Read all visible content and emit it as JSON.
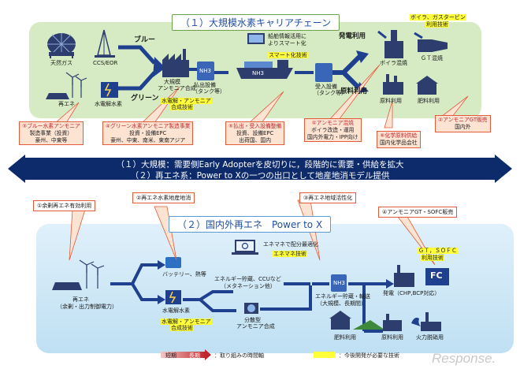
{
  "top_panel": {
    "title": "（１）大規模水素キャリアチェーン",
    "labels": {
      "natural_gas": "天然ガス",
      "ccs_eor": "CCS/EOR",
      "renewable": "再エネ",
      "electrolysis": "水電解水素",
      "blue": "ブルー",
      "green": "グリーン",
      "ammonia_plant_1": "大規模",
      "ammonia_plant_2": "アンモニア合成",
      "nh3": "NH3",
      "ship_nh3": "NH3",
      "shipping_1": "払出設備",
      "shipping_2": "（タンク等）",
      "receiving_1": "受入設備",
      "receiving_2": "（タンク等）",
      "ship_info_1": "船舶情報活用に",
      "ship_info_2": "よりスマート化",
      "smart_tech": "スマート化技術",
      "electrolysis_tech_1": "水電解・アンモニア",
      "electrolysis_tech_2": "合成技術",
      "power_use": "発電利用",
      "feedstock_use": "原料利用",
      "boiler_cofire": "ボイラ混焼",
      "gt_cofire": "ＧＴ混焼",
      "boiler_gt_tech_1": "ボイラ、ガスタービン",
      "boiler_gt_tech_2": "利用技術",
      "raw_use": "原料利用",
      "fertilizer_use": "肥料利用"
    },
    "callouts": {
      "c1": [
        "①アンモニア混焼",
        "ボイラ改造・運用",
        "国内外電力・IPP向け"
      ],
      "c2": [
        "②アンモニアGT販売",
        "国内外"
      ],
      "c3": [
        "③ブルー水素アンモニア",
        "製造事業（投資）",
        "豪州、中東等"
      ],
      "c4": [
        "④グリーン水素アンモニア製造事業",
        "投資・設備EPC",
        "豪州、中東、南米、東南アジア"
      ],
      "c5": [
        "⑤払出・受入設備整備",
        "投資、設備EPC",
        "出荷国、国内"
      ],
      "c6": [
        "⑥化学原料供給",
        "国内化学品会社"
      ]
    }
  },
  "banner": {
    "line1": "（１）大規模：需要側Early Adopterを皮切りに，段階的に需要・供給を拡大",
    "line2": "（２）再エネ系：Power to Xの一つの出口として地産地消モデル提供"
  },
  "bottom_panel": {
    "title": "（２）国内外再エネ　Power to X",
    "notes": {
      "n1": "①余剰再エネ有効利用",
      "n2": "②再エネ水素地産地消",
      "n3": "③再エネ地域活性化",
      "n4": "④アンモニアGT・SOFC販売"
    },
    "labels": {
      "renewable_1": "再エネ",
      "renewable_2": "（余剰・出力制御電力）",
      "electrolysis": "水電解水素",
      "battery": "バッテリー、熱等",
      "energy_storage_1": "エネルギー貯蔵、CCUなど",
      "energy_storage_2": "（メタネーション他）",
      "distributed_1": "分散型",
      "distributed_2": "アンモニア合成",
      "tech_1": "水電解・アンモニア",
      "tech_2": "合成技術",
      "enemane_1": "エネマネで配分最適化",
      "enemane_tech": "エネマネ技術",
      "nh3": "NH3",
      "transport_1": "エネルギー貯蔵・輸送",
      "transport_2": "（大規模、長期間）",
      "power_gen": "発電（CHP,BCP対応）",
      "gt_sofc_1": "ＧＴ，ＳＯＦＣ",
      "gt_sofc_2": "利用技術",
      "fc": "FC",
      "fertilizer": "肥料利用",
      "raw_use": "原料利用",
      "fire_power": "火力脱硝用"
    }
  },
  "legend": {
    "short": "短期",
    "long": "長期",
    "axis": "：取り組みの時間軸",
    "dev": "：今後開発が必要な技術"
  },
  "watermark": "Response.",
  "colors": {
    "top_panel_bg": "#d6ebc4",
    "bottom_panel_bg": "#cfe6f4",
    "banner_bg": "#0d2a6b",
    "callout_bg": "#fde3d2",
    "callout_border": "#e25b3a",
    "highlight": "#ffff3a",
    "flow_blue": "#1f3f8f"
  }
}
